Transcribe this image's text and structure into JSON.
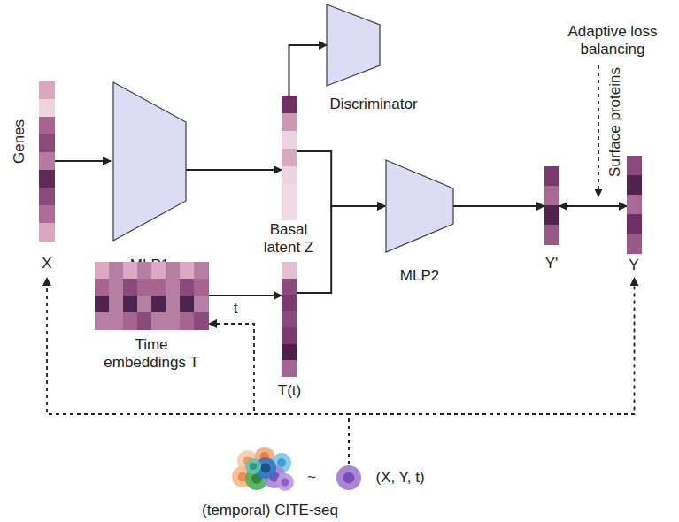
{
  "diagram": {
    "nodes": [
      {
        "text": [
          "Genes",
          "X"
        ]
      },
      {
        "text": [
          "MLP1"
        ]
      },
      {
        "text": [
          "Basal latent Z"
        ]
      },
      {
        "text": [
          "Discriminator"
        ]
      },
      {
        "text": [
          "Time embeddings T"
        ]
      },
      {
        "text": [
          "T(t)"
        ]
      },
      {
        "text": [
          "MLP2"
        ]
      },
      {
        "text": [
          "Y'"
        ]
      },
      {
        "text": [
          "Surface proteins",
          "Y"
        ]
      },
      {
        "text": [
          "(temporal) CITE-seq"
        ]
      },
      {
        "text": [
          "(X, Y, t)"
        ]
      }
    ],
    "edges": [
      {
        "from": 0,
        "to": 1,
        "arrow": "to"
      },
      {
        "from": 1,
        "to": 2,
        "arrow": "to"
      },
      {
        "from": 2,
        "to": 3,
        "arrow": "to"
      },
      {
        "from": 2,
        "to": 6,
        "arrow": "to"
      },
      {
        "from": 5,
        "to": 6,
        "arrow": "to"
      },
      {
        "from": 4,
        "to": 5,
        "arrow": "to"
      },
      {
        "from": 6,
        "to": 7,
        "arrow": "to"
      },
      {
        "from": 7,
        "to": 8,
        "arrow": "both"
      },
      {
        "from": 10,
        "to": 4,
        "label": "t",
        "arrow": "to"
      },
      {
        "from": 10,
        "to": 0,
        "arrow": "to"
      },
      {
        "from": 10,
        "to": 8,
        "arrow": "to"
      }
    ],
    "labels": [
      "Adaptive loss balancing",
      "~"
    ]
  }
}
